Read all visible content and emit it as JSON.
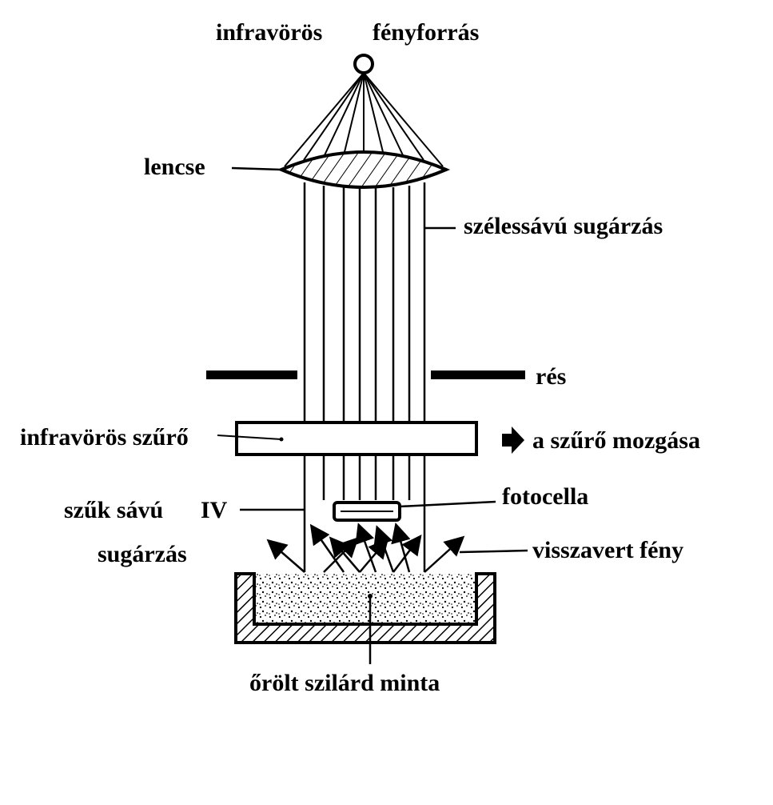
{
  "labels": {
    "source_part1": "infravörös",
    "source_part2": "fényforrás",
    "lens": "lencse",
    "broadband": "szélessávú sugárzás",
    "slit": "rés",
    "ir_filter": "infravörös szűrő",
    "filter_motion": "a szűrő mozgása",
    "narrowband_part1": "szűk sávú",
    "narrowband_ir": "IV",
    "narrowband_part2": "sugárzás",
    "photocell": "fotocella",
    "reflected": "visszavert fény",
    "sample": "őrölt szilárd minta"
  }
}
